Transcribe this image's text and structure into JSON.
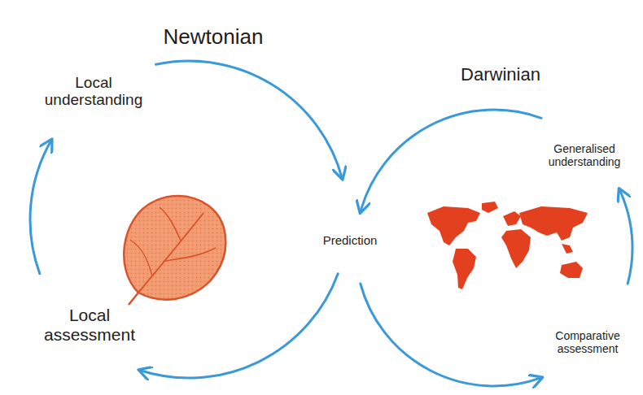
{
  "diagram": {
    "labels": [
      "Newtonian",
      "Darwinian",
      "Local understanding",
      "Local assessment",
      "Prediction",
      "Generalised understanding",
      "Comparative assessment"
    ]
  }
}
